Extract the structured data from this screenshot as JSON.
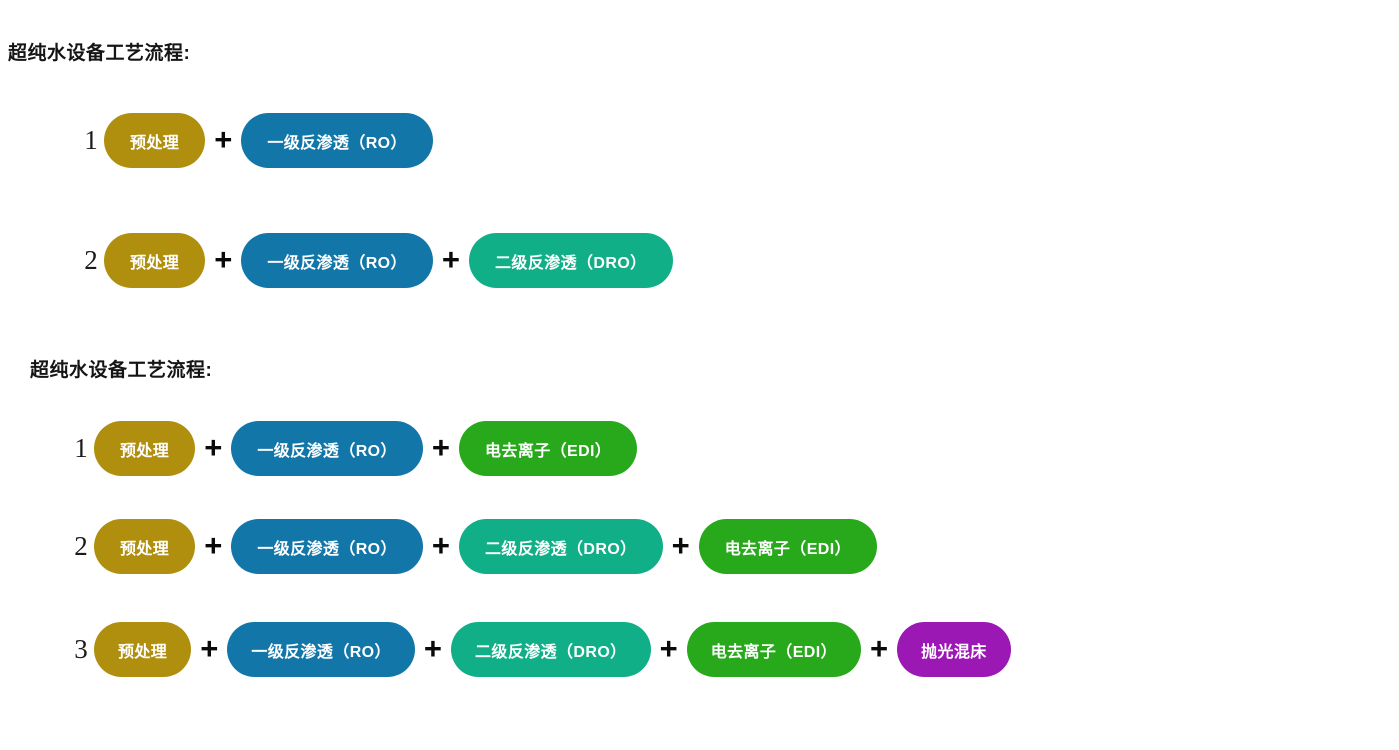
{
  "colors": {
    "pretreatment": "#B08F0E",
    "ro": "#1277A8",
    "dro": "#11AF87",
    "edi": "#27A91B",
    "polishing": "#9B18B5",
    "text_dark": "#151515",
    "pill_text": "#FFFFFF",
    "background": "#FFFFFF"
  },
  "separator": "+",
  "sections": [
    {
      "heading": "超纯水设备工艺流程:",
      "rows": [
        {
          "number": "1",
          "steps": [
            {
              "label": "预处理",
              "color_key": "pretreatment",
              "name": "pretreatment"
            },
            {
              "label": "一级反渗透（RO）",
              "color_key": "ro",
              "name": "primary-ro"
            }
          ]
        },
        {
          "number": "2",
          "steps": [
            {
              "label": "预处理",
              "color_key": "pretreatment",
              "name": "pretreatment"
            },
            {
              "label": "一级反渗透（RO）",
              "color_key": "ro",
              "name": "primary-ro"
            },
            {
              "label": "二级反渗透（DRO）",
              "color_key": "dro",
              "name": "secondary-dro"
            }
          ]
        }
      ]
    },
    {
      "heading": "超纯水设备工艺流程:",
      "rows": [
        {
          "number": "1",
          "steps": [
            {
              "label": "预处理",
              "color_key": "pretreatment",
              "name": "pretreatment"
            },
            {
              "label": "一级反渗透（RO）",
              "color_key": "ro",
              "name": "primary-ro"
            },
            {
              "label": "电去离子（EDI）",
              "color_key": "edi",
              "name": "edi"
            }
          ]
        },
        {
          "number": "2",
          "steps": [
            {
              "label": "预处理",
              "color_key": "pretreatment",
              "name": "pretreatment"
            },
            {
              "label": "一级反渗透（RO）",
              "color_key": "ro",
              "name": "primary-ro"
            },
            {
              "label": "二级反渗透（DRO）",
              "color_key": "dro",
              "name": "secondary-dro"
            },
            {
              "label": "电去离子（EDI）",
              "color_key": "edi",
              "name": "edi"
            }
          ]
        },
        {
          "number": "3",
          "steps": [
            {
              "label": "预处理",
              "color_key": "pretreatment",
              "name": "pretreatment"
            },
            {
              "label": "一级反渗透（RO）",
              "color_key": "ro",
              "name": "primary-ro"
            },
            {
              "label": "二级反渗透（DRO）",
              "color_key": "dro",
              "name": "secondary-dro"
            },
            {
              "label": "电去离子（EDI）",
              "color_key": "edi",
              "name": "edi"
            },
            {
              "label": "抛光混床",
              "color_key": "polishing",
              "name": "polishing-mixed-bed"
            }
          ]
        }
      ]
    }
  ]
}
